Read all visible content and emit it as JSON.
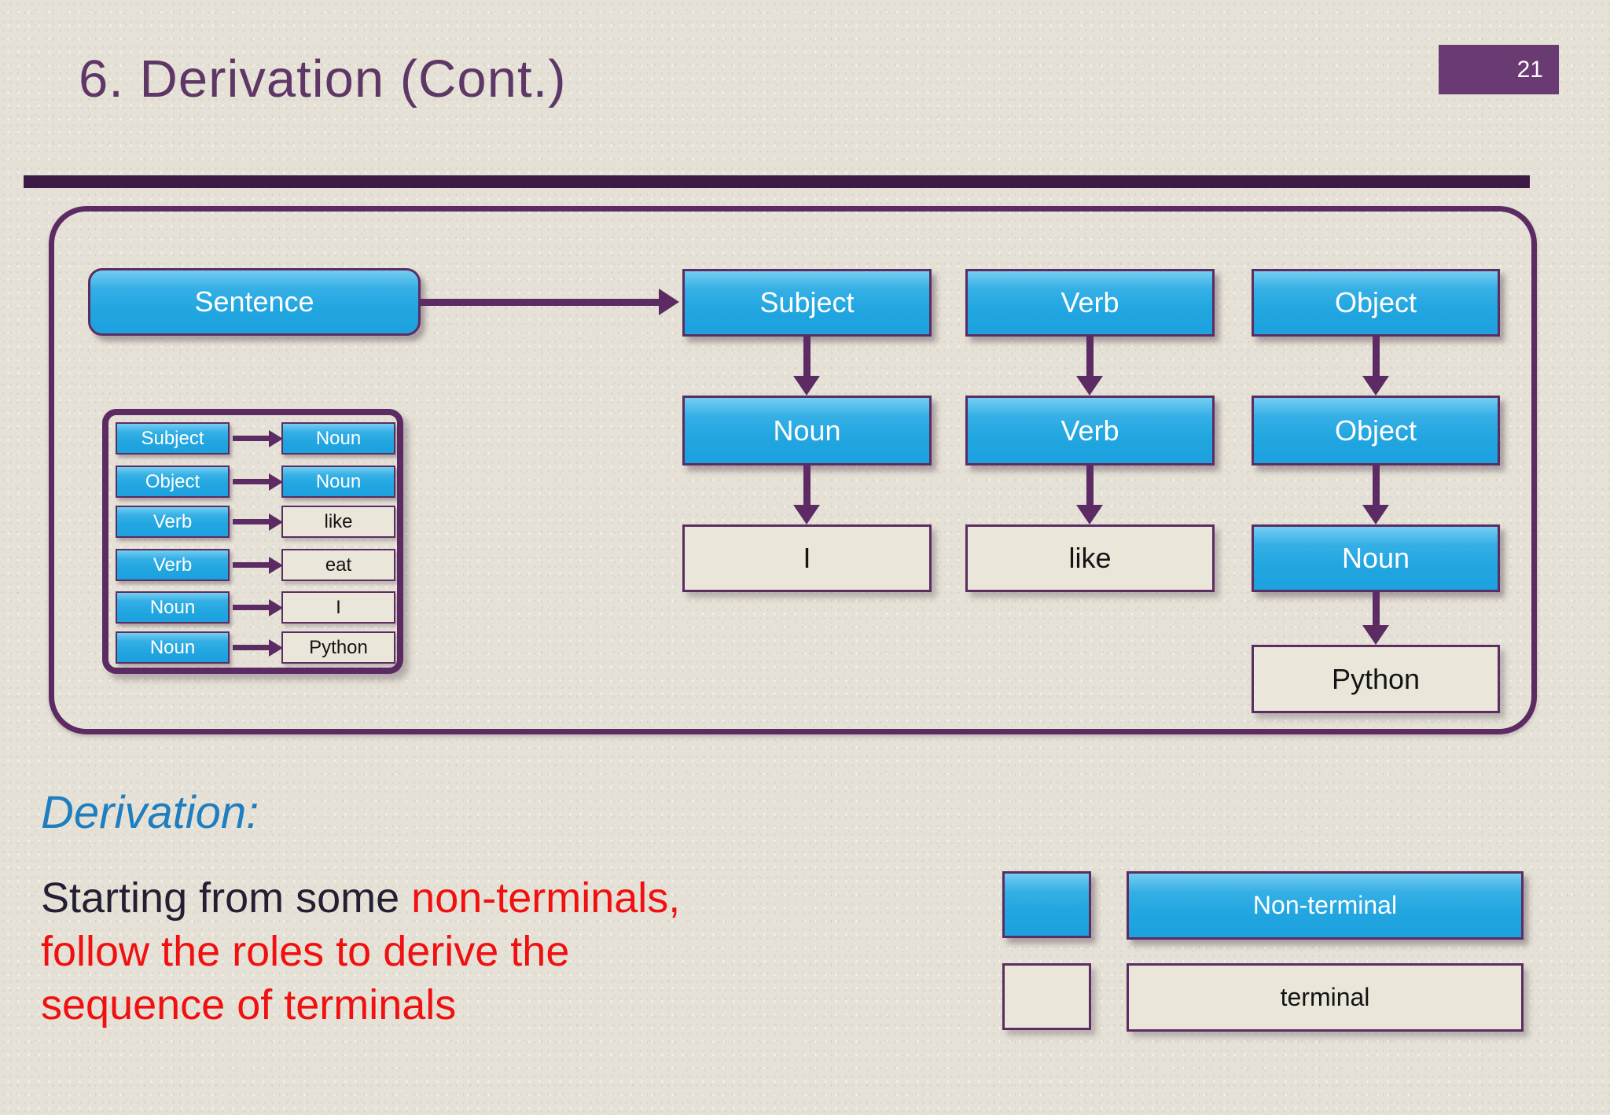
{
  "page": {
    "number": "21"
  },
  "header": {
    "title": "6. Derivation (Cont.)"
  },
  "colors": {
    "background": "#e5e1d6",
    "accent_purple": "#5c2b63",
    "title_purple": "#5e3766",
    "underline_purple": "#3c1c45",
    "badge_purple": "#6a3a72",
    "nonterminal_fill": "#29abe2",
    "terminal_fill": "#eae6da",
    "heading_blue": "#1f7ec0",
    "body_dark": "#241f33",
    "body_red": "#f01010"
  },
  "tree": {
    "root": "Sentence",
    "columns": [
      {
        "id": "subject",
        "levels": [
          {
            "label": "Subject",
            "type": "nonterminal"
          },
          {
            "label": "Noun",
            "type": "nonterminal"
          },
          {
            "label": "I",
            "type": "terminal"
          }
        ]
      },
      {
        "id": "verb",
        "levels": [
          {
            "label": "Verb",
            "type": "nonterminal"
          },
          {
            "label": "Verb",
            "type": "nonterminal"
          },
          {
            "label": "like",
            "type": "terminal"
          }
        ]
      },
      {
        "id": "object",
        "levels": [
          {
            "label": "Object",
            "type": "nonterminal"
          },
          {
            "label": "Object",
            "type": "nonterminal"
          },
          {
            "label": "Noun",
            "type": "nonterminal"
          },
          {
            "label": "Python",
            "type": "terminal"
          }
        ]
      }
    ]
  },
  "rules": [
    {
      "lhs": "Subject",
      "rhs": "Noun",
      "rhs_type": "nonterminal"
    },
    {
      "lhs": "Object",
      "rhs": "Noun",
      "rhs_type": "nonterminal"
    },
    {
      "lhs": "Verb",
      "rhs": "like",
      "rhs_type": "terminal"
    },
    {
      "lhs": "Verb",
      "rhs": "eat",
      "rhs_type": "terminal"
    },
    {
      "lhs": "Noun",
      "rhs": "I",
      "rhs_type": "terminal"
    },
    {
      "lhs": "Noun",
      "rhs": "Python",
      "rhs_type": "terminal"
    }
  ],
  "caption": {
    "heading": "Derivation:",
    "lines": [
      {
        "segments": [
          {
            "text": "Starting from some ",
            "color": "dark"
          },
          {
            "text": "non-terminals,",
            "color": "red"
          }
        ]
      },
      {
        "segments": [
          {
            "text": "follow the roles to derive the",
            "color": "red"
          }
        ]
      },
      {
        "segments": [
          {
            "text": "sequence of terminals",
            "color": "red"
          }
        ]
      }
    ]
  },
  "legend": [
    {
      "label": "Non-terminal",
      "type": "nonterminal"
    },
    {
      "label": "terminal",
      "type": "terminal"
    }
  ]
}
